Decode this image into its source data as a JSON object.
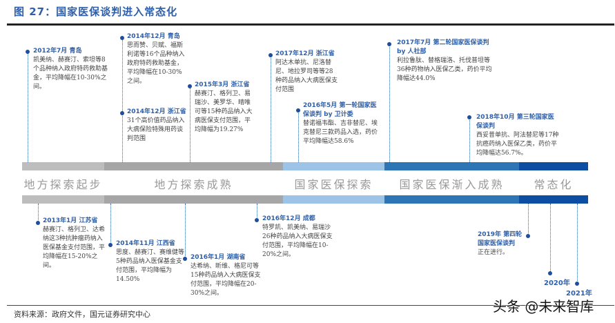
{
  "header": {
    "title": "图 27：国家医保谈判进入常态化"
  },
  "footer": {
    "source": "资料来源：政府文件，国元证券研究中心",
    "watermark": "头条 @未来智库"
  },
  "colors": {
    "phase1": "#BDBDBD",
    "phase2": "#A6A6A6",
    "phase3": "#9DC3E6",
    "phase4": "#2E75B6",
    "phase5": "#0B4EA2",
    "accent_text": "#2E5FA8"
  },
  "phases": [
    {
      "label": "地方探索起步"
    },
    {
      "label": "地方探索成熟"
    },
    {
      "label": "国家医保探索"
    },
    {
      "label": "国家医保渐入成熟"
    },
    {
      "label": "常态化"
    }
  ],
  "events_top": [
    {
      "title": "2012年7月  青岛",
      "body": "凯美纳、赫赛汀、索坦等8个品种纳入政府特药救助基金，平均降幅在10-30%之间。"
    },
    {
      "title": "2014年12月  青岛",
      "body": "思而赞、贝赋、福斯利诺等16个品种纳入政府特药救助基金，平均降幅在10-30%之间。"
    },
    {
      "title": "2014年12月  浙江省",
      "body": "31个高价值药品纳入大病保险特殊用药谈判范围"
    },
    {
      "title": "2015年3月  浙江省",
      "body": "赫赛汀、格列卫、易瑞沙、美罗华、晴唯可等15种药品纳入大病医保支付范围，平均降幅为19.27%"
    },
    {
      "title": "2017年12月  浙江省",
      "body": "阿达木单抗、尼洛替尼、地拉罗司等等28种药品纳入大病医保支付范围"
    },
    {
      "title": "2016年5月  第一轮国家医保谈判 by 卫计委",
      "body": "替诺福韦酯、吉非替尼、埃克替尼三款药品入选，药价平均降幅达58.6%"
    },
    {
      "title": "2017年7月  第二轮国家医保谈判 by 人社部",
      "body": "利拉鲁肽、替格瑞洛、托伐普坦等36种药物纳入医保乙类，药价平均降幅达44.0%"
    },
    {
      "title": "2018年10月  第三轮国家医保谈判",
      "body": "西妥昔单抗、阿法替尼等17种抗癌药纳入医保乙类，药价平均降幅达56.7%。"
    }
  ],
  "events_bottom": [
    {
      "title": "2013年1月  江苏省",
      "body": "赫赛汀、格列卫、达希纳这3种抗肿瘤药纳入医保基金支付范围，平均降幅在15-20%之间。"
    },
    {
      "title": "2014年11月  江西省",
      "body": "思度、赫赛汀、赛维健等5种药品纳入医保基金支付范围，平均降幅为14.50%"
    },
    {
      "title": "2016年1月  湖南省",
      "body": "达希纳、昕维、格尼可等15种药品纳入大病医保支付范围，平均降幅在20-30%之间。"
    },
    {
      "title": "2016年12月  成都",
      "body": "特罗凯、凯美纳、易瑞沙26种药品纳入大病医保支付范围，平均降幅在10-20%之间。"
    },
    {
      "title": "2019年  第四轮国家医保谈判",
      "body": "正在进行。"
    },
    {
      "title": "2020年",
      "body": ""
    },
    {
      "title": "2021年",
      "body": ""
    }
  ]
}
